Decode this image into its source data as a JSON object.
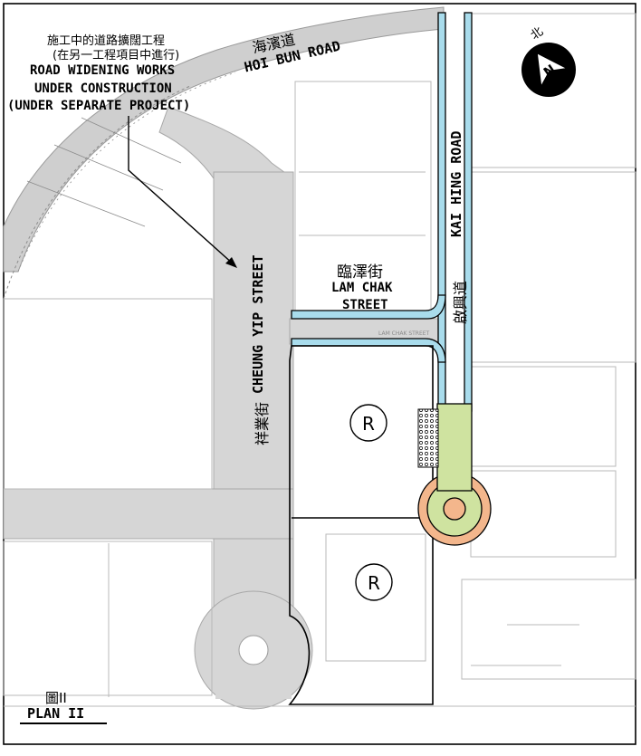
{
  "plan_title": {
    "zh": "圖II",
    "en": "PLAN II"
  },
  "north_arrow": {
    "zh": "北",
    "letter": "N",
    "icon": "north-arrow-icon"
  },
  "roads": {
    "hoi_bun": {
      "zh": "海濱道",
      "en": "HOI BUN ROAD"
    },
    "cheung_yip": {
      "zh": "祥業街",
      "en": "CHEUNG YIP STREET"
    },
    "kai_hing": {
      "zh": "啟興道",
      "en": "KAI HING ROAD"
    },
    "lam_chak": {
      "zh": "臨澤街",
      "en_line1": "LAM CHAK",
      "en_line2": "STREET",
      "base_map_label": "LAM CHAK STREET"
    }
  },
  "note": {
    "zh_line1": "施工中的道路擴闊工程",
    "zh_line2": "(在另一工程項目中進行)",
    "en_line1": "ROAD WIDENING WORKS",
    "en_line2": "UNDER CONSTRUCTION",
    "en_line3": "(UNDER SEPARATE PROJECT)"
  },
  "zone_markers": [
    "R",
    "R"
  ],
  "colors": {
    "road_grey": "#d6d6d6",
    "road_widening_blue": "#a9dcec",
    "turning_circle_orange": "#f3b68c",
    "turning_circle_green": "#cfe3a0",
    "boundary": "#000000",
    "base_lines": "#b8b8b8"
  }
}
